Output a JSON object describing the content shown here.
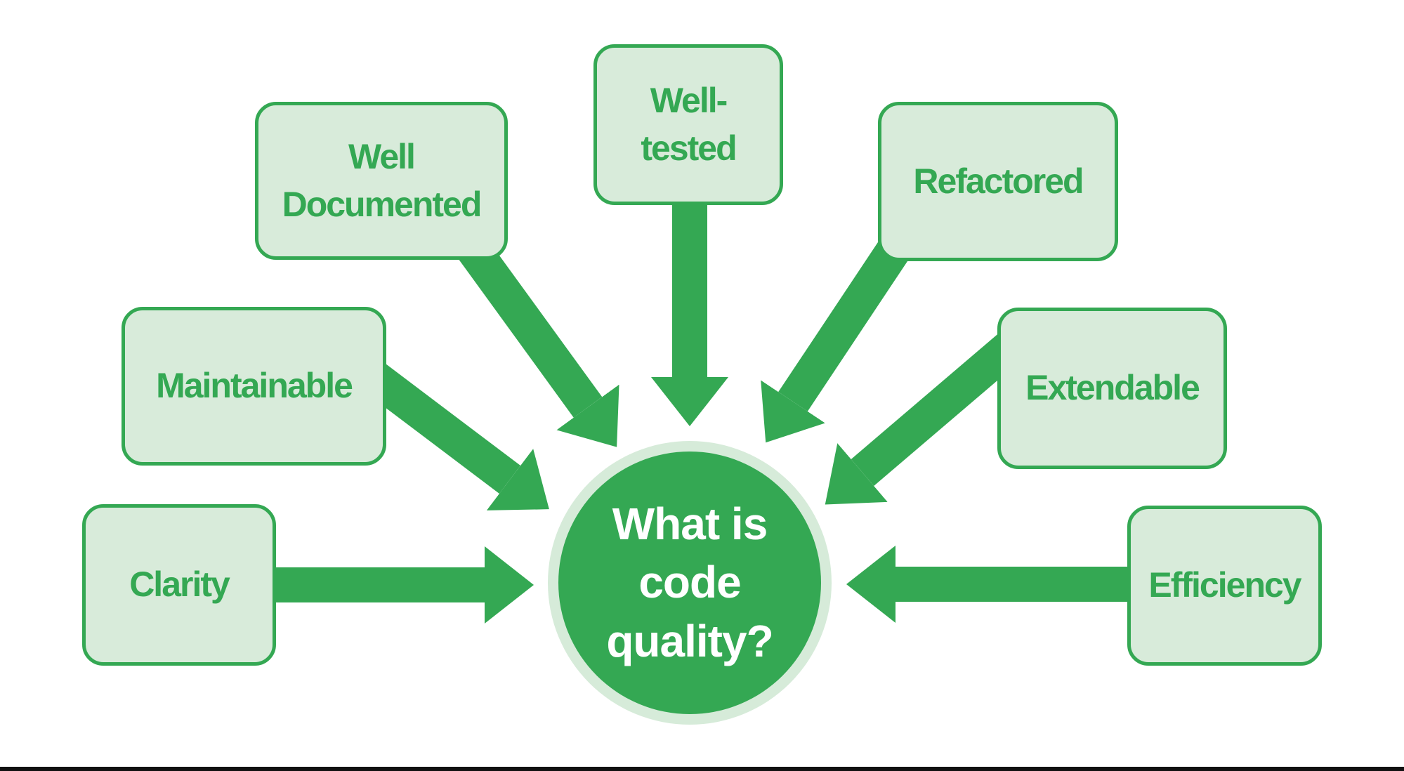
{
  "diagram": {
    "center": {
      "lines": [
        "What is",
        "code",
        "quality?"
      ]
    },
    "nodes": [
      {
        "id": "well-documented",
        "lines": [
          "Well",
          "Documented"
        ]
      },
      {
        "id": "well-tested",
        "lines": [
          "Well-",
          "tested"
        ]
      },
      {
        "id": "refactored",
        "lines": [
          "Refactored"
        ]
      },
      {
        "id": "maintainable",
        "lines": [
          "Maintainable"
        ]
      },
      {
        "id": "extendable",
        "lines": [
          "Extendable"
        ]
      },
      {
        "id": "clarity",
        "lines": [
          "Clarity"
        ]
      },
      {
        "id": "efficiency",
        "lines": [
          "Efficiency"
        ]
      }
    ]
  },
  "colors": {
    "green": "#34a853",
    "light_fill": "#d8ebda",
    "halo": "#d6ebd9",
    "text_on_circle": "#ffffff",
    "background": "#ffffff",
    "footer_bar": "#111111"
  }
}
